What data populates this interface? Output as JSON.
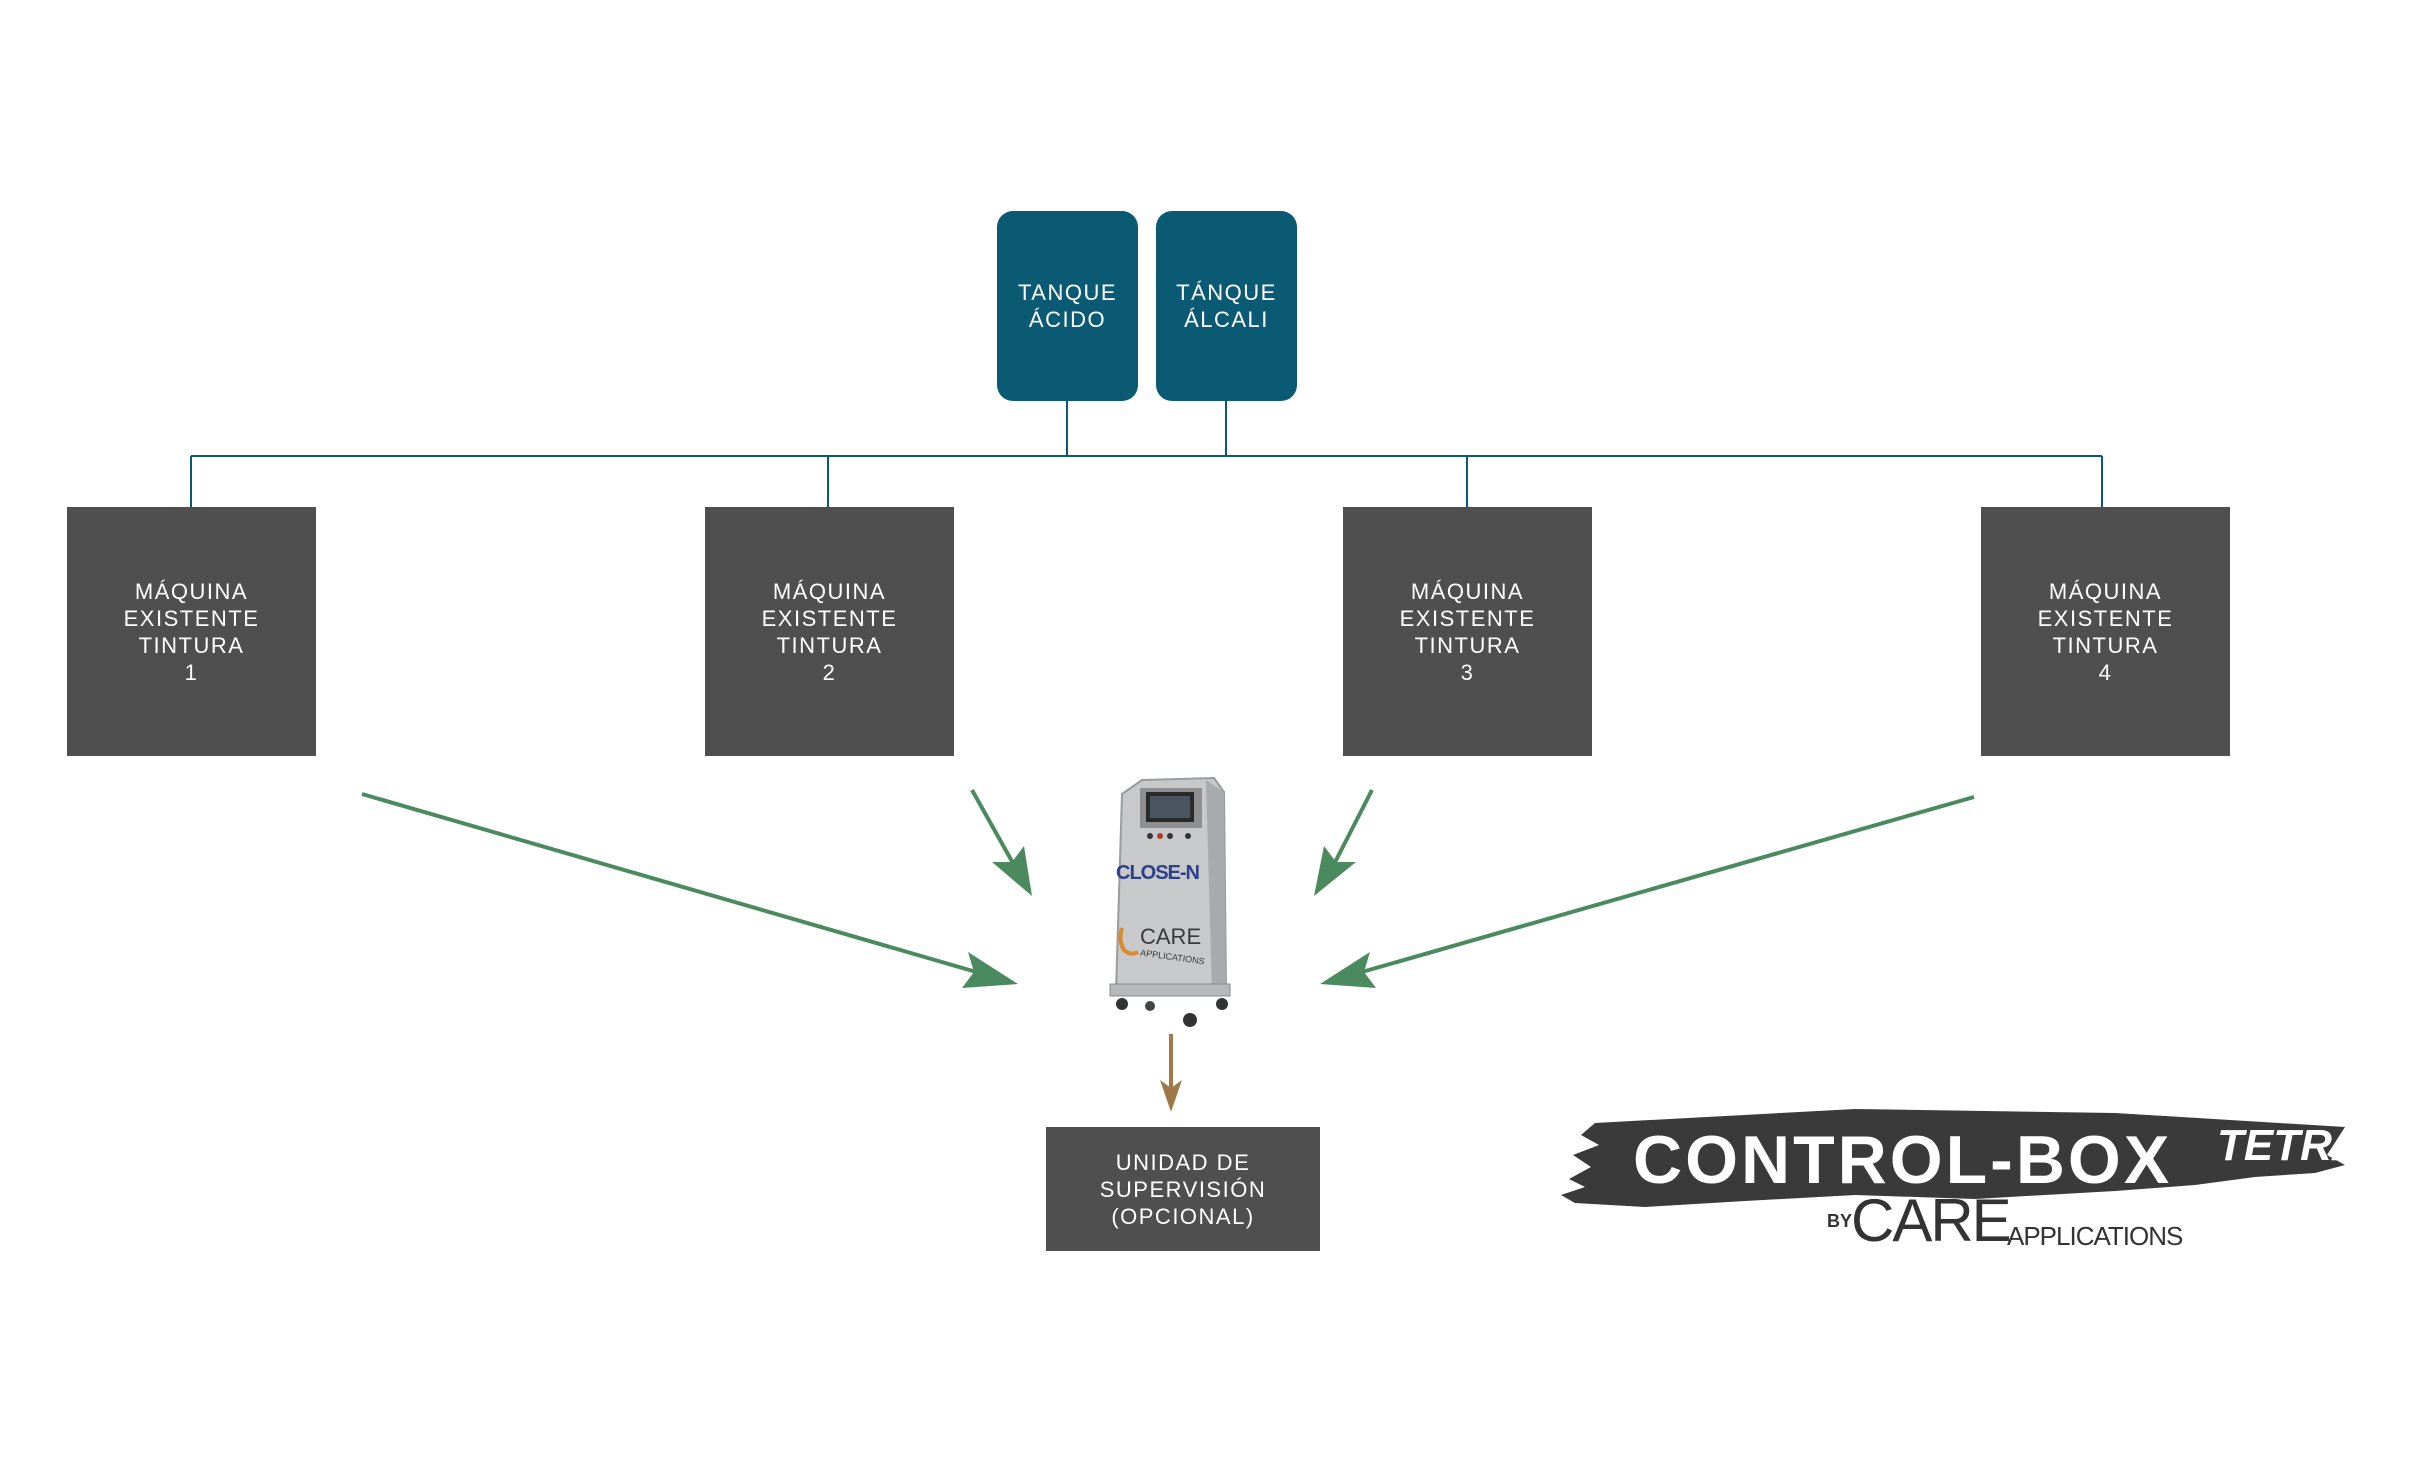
{
  "tanks": [
    {
      "line1": "TANQUE",
      "line2": "ÁCIDO"
    },
    {
      "line1": "TÁNQUE",
      "line2": "ÁLCALI"
    }
  ],
  "machines": [
    {
      "line1": "MÁQUINA",
      "line2": "EXISTENTE",
      "line3": "TINTURA",
      "number": "1"
    },
    {
      "line1": "MÁQUINA",
      "line2": "EXISTENTE",
      "line3": "TINTURA",
      "number": "2"
    },
    {
      "line1": "MÁQUINA",
      "line2": "EXISTENTE",
      "line3": "TINTURA",
      "number": "3"
    },
    {
      "line1": "MÁQUINA",
      "line2": "EXISTENTE",
      "line3": "TINTURA",
      "number": "4"
    }
  ],
  "device": {
    "brand": "CLOSE-N",
    "maker": "CARE",
    "maker_sub": "APPLICATIONS"
  },
  "supervision": {
    "line1": "UNIDAD DE",
    "line2": "SUPERVISIÓN",
    "line3": "(OPCIONAL)"
  },
  "logo": {
    "title": "CONTROL-BOX",
    "suffix": "TETRA",
    "by": "BY",
    "care": "CARE",
    "applications": "APPLICATIONS"
  },
  "colors": {
    "tank": "#0b5a73",
    "machine": "#4f4f4f",
    "connector": "#0b5a73",
    "flow_arrow": "#4a8a5e",
    "output_arrow": "#a0794a",
    "logo_brush": "#3a3a3a"
  }
}
